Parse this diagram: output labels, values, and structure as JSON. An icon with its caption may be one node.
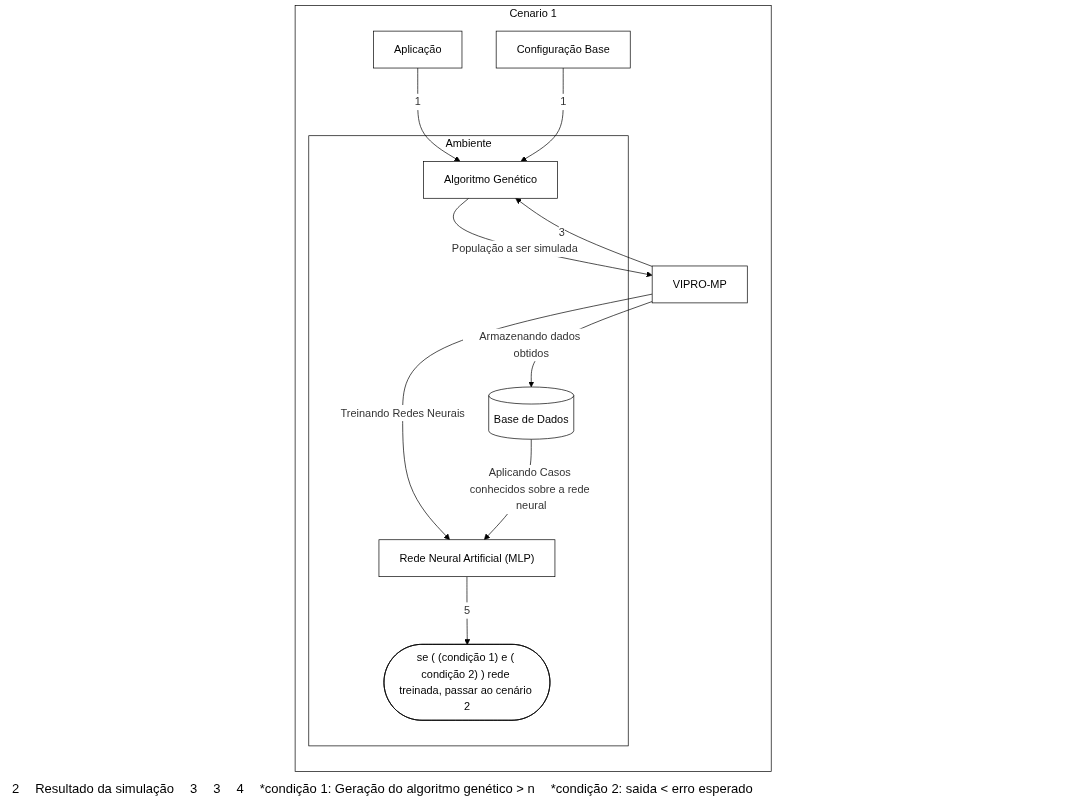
{
  "diagram": {
    "nodes": [
      {
        "text": [
          "Cenario 1"
        ]
      },
      {
        "text": [
          "VIPRO-MP"
        ],
        "in": 0
      },
      {
        "text": [
          "Ambiente"
        ],
        "in": 0
      },
      {
        "text": [
          "Algoritmo Genético"
        ],
        "in": 2
      },
      {
        "text": [
          "Base de Dados"
        ],
        "in": 2
      },
      {
        "text": [
          "Aplicação"
        ],
        "in": 0
      },
      {
        "text": [
          "Configuração Base"
        ],
        "in": 0
      },
      {
        "text": [
          "Rede Neural Artificial (MLP)"
        ],
        "in": 2
      },
      {
        "text": [
          "se ( (condição 1) e ( condição 2) ) rede treinada, passar ao cenário 2"
        ],
        "in": 2
      }
    ],
    "edges": [
      {
        "from": 3,
        "to": 1,
        "arrow": "to",
        "label": "População a ser simulada"
      },
      {
        "from": 1,
        "to": 3,
        "arrow": "to",
        "label": "3"
      },
      {
        "from": 1,
        "to": 4,
        "arrow": "to",
        "label": "Armazenando dados obtidos"
      },
      {
        "from": 1,
        "to": 7,
        "arrow": "to",
        "label": "Treinando Redes Neurais"
      },
      {
        "from": 5,
        "to": 3,
        "arrow": "to",
        "label": "1"
      },
      {
        "from": 6,
        "to": 3,
        "arrow": "to",
        "label": "1"
      },
      {
        "from": 4,
        "to": 7,
        "arrow": "to",
        "label": "Aplicando Casos conhecidos sobre a rede neural"
      },
      {
        "from": 7,
        "to": 8,
        "arrow": "to",
        "label": "5"
      }
    ],
    "labels": [
      "2",
      "Resultado da simulação",
      "3",
      "3",
      "4",
      "*condição 1: Geração do algoritmo genético > n",
      "*condição 2: saida < erro esperado"
    ]
  }
}
